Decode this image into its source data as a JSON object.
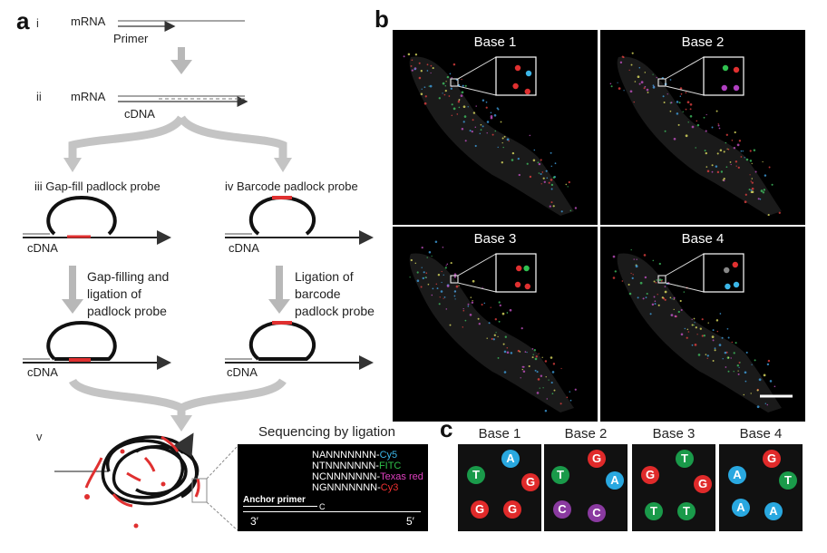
{
  "panel_a": {
    "letter": "a",
    "steps": {
      "i": "i",
      "ii": "ii",
      "iii": "iii",
      "iv": "iv",
      "v": "v"
    },
    "labels": {
      "mrna_1": "mRNA",
      "primer": "Primer",
      "mrna_2": "mRNA",
      "cdna_1": "cDNA",
      "gapfill_title": "Gap-fill padlock probe",
      "barcode_title": "Barcode padlock probe",
      "cdna_2": "cDNA",
      "cdna_3": "cDNA",
      "gapfill_step_1": "Gap-filling and",
      "gapfill_step_2": "ligation of",
      "gapfill_step_3": "padlock probe",
      "ligation_step_1": "Ligation of",
      "ligation_step_2": "barcode",
      "ligation_step_3": "padlock probe",
      "cdna_4": "cDNA",
      "cdna_5": "cDNA"
    },
    "sequencing": {
      "title": "Sequencing by ligation",
      "anchor_primer": "Anchor primer",
      "three_prime": "3′",
      "five_prime": "5′",
      "c_base": "C",
      "probes": [
        {
          "seq": "NANNNNNNN-",
          "dye": "Cy5",
          "color": "#3bb6e8"
        },
        {
          "seq": "NTNNNNNNN-",
          "dye": "FITC",
          "color": "#2fbf4a"
        },
        {
          "seq": "NCNNNNNNN-",
          "dye": "Texas red",
          "color": "#e040c0"
        },
        {
          "seq": "NGNNNNNNN-",
          "dye": "Cy3",
          "color": "#ee3030"
        }
      ]
    }
  },
  "panel_b": {
    "letter": "b",
    "images": [
      {
        "label": "Base 1"
      },
      {
        "label": "Base 2"
      },
      {
        "label": "Base 3"
      },
      {
        "label": "Base 4"
      }
    ]
  },
  "panel_c": {
    "letter": "c",
    "colors": {
      "A": "#29a8e0",
      "T": "#1a9a4a",
      "G": "#e02a2a",
      "C": "#8a3aa0"
    },
    "boxes": [
      {
        "label": "Base 1",
        "bases": [
          "T",
          "A",
          "G",
          "G",
          "G"
        ]
      },
      {
        "label": "Base 2",
        "bases": [
          "T",
          "G",
          "A",
          "C",
          "C"
        ]
      },
      {
        "label": "Base 3",
        "bases": [
          "G",
          "T",
          "G",
          "T",
          "T"
        ]
      },
      {
        "label": "Base 4",
        "bases": [
          "A",
          "G",
          "T",
          "A",
          "A"
        ]
      }
    ]
  }
}
